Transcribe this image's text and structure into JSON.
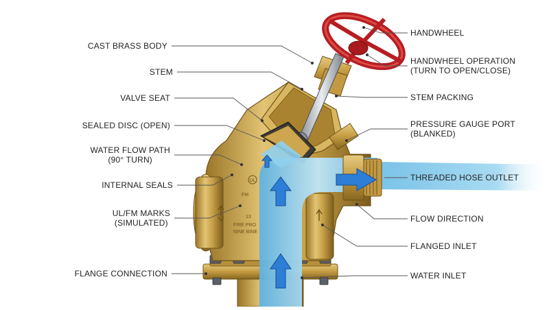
{
  "labels_left": [
    {
      "id": "cast-brass-body",
      "text": "CAST BRASS BODY"
    },
    {
      "id": "stem",
      "text": "STEM"
    },
    {
      "id": "valve-seat",
      "text": "VALVE SEAT"
    },
    {
      "id": "sealed-disc",
      "text": "SEALED DISC (OPEN)"
    },
    {
      "id": "water-flow-path",
      "text": "WATER FLOW PATH\n(90° TURN)"
    },
    {
      "id": "internal-seals",
      "text": "INTERNAL SEALS"
    },
    {
      "id": "ul-fm-marks",
      "text": "UL/FM MARKS\n(SIMULATED)"
    },
    {
      "id": "flange-connection",
      "text": "FLANGE CONNECTION"
    }
  ],
  "labels_right": [
    {
      "id": "handwheel",
      "text": "HANDWHEEL"
    },
    {
      "id": "handwheel-operation",
      "text": "HANDWHEEL OPERATION\n(TURN TO OPEN/CLOSE)"
    },
    {
      "id": "stem-packing",
      "text": "STEM PACKING"
    },
    {
      "id": "pressure-gauge-port",
      "text": "PRESSURE GAUGE PORT\n(BLANKED)"
    },
    {
      "id": "threaded-hose-outlet",
      "text": "THREADED HOSE OUTLET"
    },
    {
      "id": "flow-direction",
      "text": "FLOW DIRECTION"
    },
    {
      "id": "flanged-inlet",
      "text": "FLANGED INLET"
    },
    {
      "id": "water-inlet",
      "text": "WATER INLET"
    }
  ],
  "body_markings": {
    "ul": "UL",
    "fm": "FM",
    "text1": "FIRE PRO",
    "text2": "NINE BINE",
    "num": "13"
  },
  "colors": {
    "brass": "#c9a24a",
    "brass_dark": "#8a6a22",
    "brass_light": "#e8cf86",
    "water": "#7cc4e8",
    "water_light": "#bfe3f5",
    "arrow": "#2d7ed6",
    "handwheel": "#c8282a",
    "leader": "#555555"
  }
}
